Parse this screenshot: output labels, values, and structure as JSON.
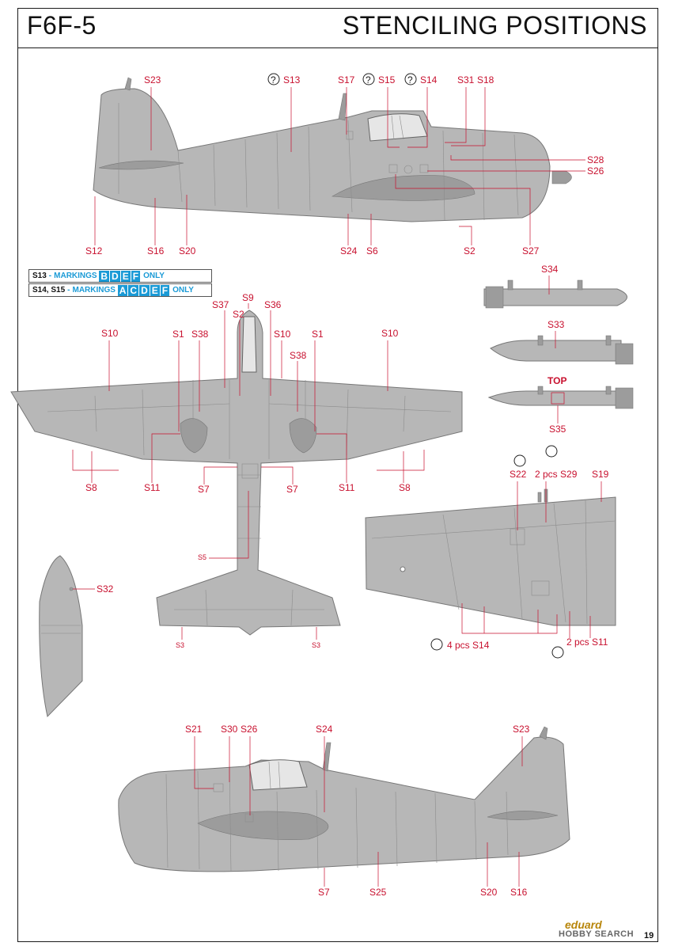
{
  "header": {
    "model": "F6F-5",
    "title": "STENCILING POSITIONS"
  },
  "legend": [
    {
      "codes": "S13",
      "label": "MARKINGS",
      "letters": [
        "B",
        "D",
        "E",
        "F"
      ],
      "suffix": "ONLY"
    },
    {
      "codes": "S14, S15",
      "label": "MARKINGS",
      "letters": [
        "A",
        "C",
        "D",
        "E",
        "F"
      ],
      "suffix": "ONLY"
    }
  ],
  "side_top_labels": {
    "s23": "S23",
    "s13": "S13",
    "s17": "S17",
    "s15": "S15",
    "s14": "S14",
    "s31": "S31",
    "s18": "S18",
    "s28": "S28",
    "s26": "S26",
    "s12": "S12",
    "s16": "S16",
    "s20": "S20",
    "s24": "S24",
    "s6": "S6",
    "s2": "S2",
    "s27": "S27",
    "help": "?"
  },
  "plan_labels": {
    "s9": "S9",
    "s37": "S37",
    "s2": "S2",
    "s36": "S36",
    "s10a": "S10",
    "s1a": "S1",
    "s38a": "S38",
    "s10b": "S10",
    "s1b": "S1",
    "s10c": "S10",
    "s38b": "S38",
    "s8a": "S8",
    "s11a": "S11",
    "s7a": "S7",
    "s7b": "S7",
    "s11b": "S11",
    "s8b": "S8",
    "s5": "S5",
    "s3a": "S3",
    "s3b": "S3"
  },
  "tank_labels": {
    "s34": "S34",
    "s33": "S33",
    "top": "TOP",
    "s35": "S35"
  },
  "wing_labels": {
    "s22": "S22",
    "s29": "2 pcs S29",
    "s19": "S19",
    "s14": "4 pcs S14",
    "s11": "2 pcs S11"
  },
  "rudder_labels": {
    "s32": "S32"
  },
  "side_bottom_labels": {
    "s21": "S21",
    "s30": "S30",
    "s26": "S26",
    "s24": "S24",
    "s23": "S23",
    "s7": "S7",
    "s25": "S25",
    "s20": "S20",
    "s16": "S16"
  },
  "footer": {
    "brand": "eduard",
    "watermark": "HOBBY SEARCH",
    "page": "19"
  }
}
